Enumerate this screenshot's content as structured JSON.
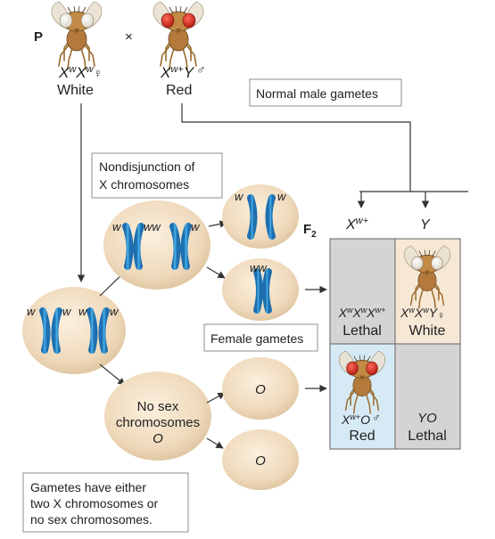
{
  "generation": {
    "parental": "P",
    "f2": "F",
    "f2_sub": "2"
  },
  "cross_symbol": "×",
  "female_parent": {
    "genotype_base": "X",
    "genotype_sup": "w",
    "genotype_base2": "X",
    "genotype_sup2": "w",
    "sex_symbol": "♀",
    "phenotype": "White"
  },
  "male_parent": {
    "genotype_base": "X",
    "genotype_sup": "w+",
    "genotype_tail": "Y",
    "sex_symbol": "♂",
    "phenotype": "Red"
  },
  "notes": {
    "normal_male_gametes": "Normal male gametes",
    "nondisjunction_line1": "Nondisjunction of",
    "nondisjunction_line2": "X chromosomes",
    "female_gametes": "Female gametes",
    "summary_line1": "Gametes have either",
    "summary_line2": "two X chromosomes or",
    "summary_line3": "no sex chromosomes."
  },
  "cells": {
    "oocyte_w": "w",
    "meiosis1_w": "w",
    "meiosis1_ww": "ww",
    "no_sex_line1": "No sex",
    "no_sex_line2": "chromosomes",
    "no_sex_line3": "O",
    "gamete_w": "w",
    "gamete_ww": "ww",
    "gamete_o": "O"
  },
  "punnett": {
    "col1_base": "X",
    "col1_sup": "w+",
    "col2": "Y",
    "r1c1_genotype": {
      "a": "X",
      "as": "w",
      "b": "X",
      "bs": "w",
      "c": "X",
      "cs": "w+"
    },
    "r1c1_phenotype": "Lethal",
    "r1c2_genotype": {
      "a": "X",
      "as": "w",
      "b": "X",
      "bs": "w",
      "c": "Y"
    },
    "r1c2_sex": "♀",
    "r1c2_phenotype": "White",
    "r2c1_genotype": {
      "a": "X",
      "as": "w+",
      "b": "O"
    },
    "r2c1_sex": "♂",
    "r2c1_phenotype": "Red",
    "r2c2_genotype": "YO",
    "r2c2_phenotype": "Lethal"
  },
  "colors": {
    "cell_fill": "#f0dcc0",
    "chromosome": "#2a8fd0",
    "lethal_cell": "#d4d4d4",
    "white_cell": "#f7e8d6",
    "red_cell": "#d6eaf6",
    "line": "#333333"
  }
}
